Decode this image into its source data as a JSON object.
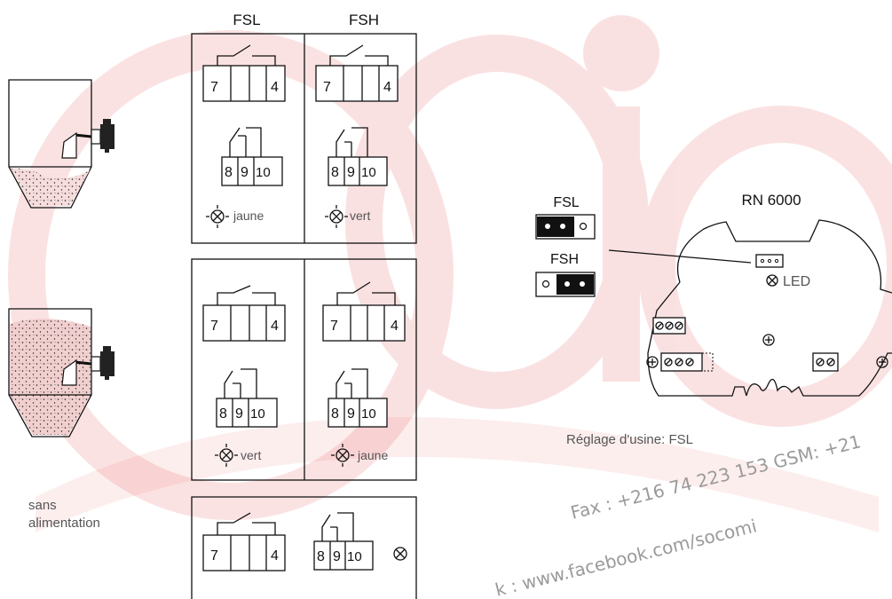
{
  "headers": {
    "fsl": "FSL",
    "fsh": "FSH"
  },
  "terminals": {
    "t7": "7",
    "t4": "4",
    "t8": "8",
    "t9": "9",
    "t10": "10"
  },
  "panel_full": {
    "fsl_lamp": "jaune",
    "fsh_lamp": "vert"
  },
  "panel_empty": {
    "fsl_lamp": "vert",
    "fsh_lamp": "jaune"
  },
  "panel_off": {
    "caption": [
      "sans",
      "alimentation"
    ]
  },
  "board": {
    "model": "RN 6000",
    "jumper_fsl": "FSL",
    "jumper_fsh": "FSH",
    "led": "LED",
    "factory_setting": "Réglage d'usine: FSL"
  },
  "watermark": {
    "line1": "Fax : +216 74 223 153 GSM: +21",
    "line2": "k : www.facebook.com/socomi"
  },
  "colors": {
    "watermark_red": "#e02020",
    "powder_pink": "#f2c9c9"
  }
}
